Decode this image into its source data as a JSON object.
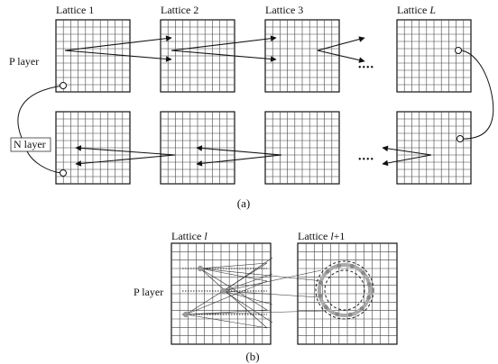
{
  "panel_a": {
    "lattice_labels": [
      {
        "pre": "Lattice 1",
        "it": ""
      },
      {
        "pre": "Lattice 2",
        "it": ""
      },
      {
        "pre": "Lattice 3",
        "it": ""
      },
      {
        "pre": "Lattice ",
        "it": "L"
      }
    ],
    "p_layer_label": "P layer",
    "n_layer_label": "N layer",
    "ellipsis": "••••",
    "caption": "(a)"
  },
  "panel_b": {
    "lattice_l": {
      "pre": "Lattice ",
      "it": "l",
      "post": ""
    },
    "lattice_l1": {
      "pre": "Lattice ",
      "it": "l",
      "post": "+1"
    },
    "p_layer_label": "P layer",
    "caption": "(b)"
  }
}
